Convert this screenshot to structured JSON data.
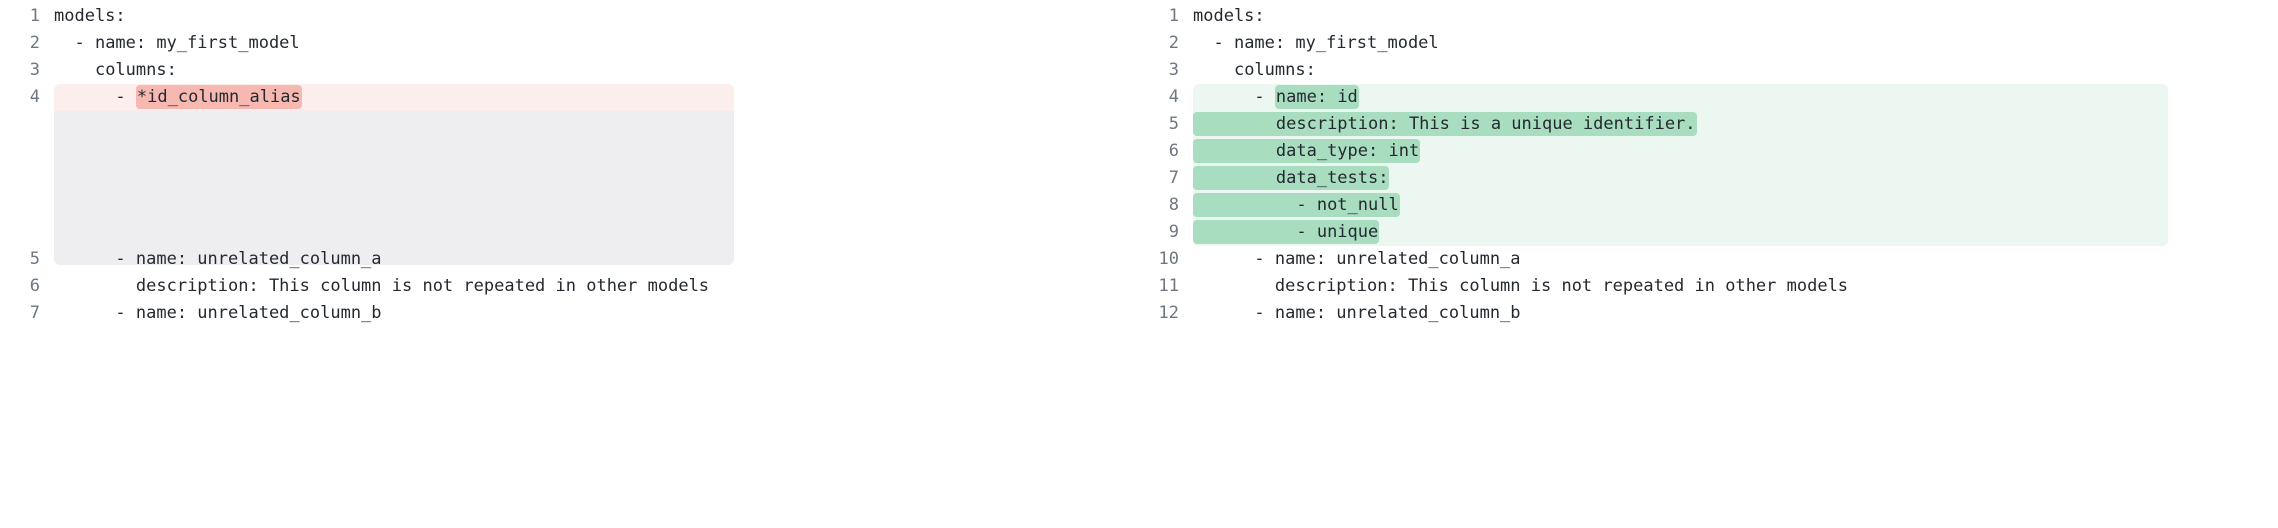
{
  "view": {
    "kind": "side-by-side-code-diff",
    "language": "yaml",
    "colors": {
      "deleted_band": "#fceeed",
      "deleted_token": "#f7b8b2",
      "added_band": "#ecf7f1",
      "added_token": "#a8ddc0",
      "filler_block": "#eeeef1",
      "line_number": "#6e7781",
      "code_text": "#24292f",
      "background": "#ffffff"
    }
  },
  "left_pane": {
    "name": "before",
    "lines": [
      {
        "num": "1",
        "indent": "",
        "text": "models:",
        "state": "context"
      },
      {
        "num": "2",
        "indent": "  ",
        "text": "- name: my_first_model",
        "state": "context"
      },
      {
        "num": "3",
        "indent": "    ",
        "text": "columns:",
        "state": "context"
      },
      {
        "num": "4",
        "indent": "      ",
        "prefix": "- ",
        "token": "*id_column_alias",
        "state": "deleted"
      },
      {
        "num": "5",
        "indent": "      ",
        "text": "- name: unrelated_column_a",
        "state": "context"
      },
      {
        "num": "6",
        "indent": "        ",
        "text": "description: This column is not repeated in other models",
        "state": "context"
      },
      {
        "num": "7",
        "indent": "      ",
        "text": "- name: unrelated_column_b",
        "state": "context"
      }
    ],
    "filler_rows": 5
  },
  "right_pane": {
    "name": "after",
    "lines": [
      {
        "num": "1",
        "indent": "",
        "text": "models:",
        "state": "context"
      },
      {
        "num": "2",
        "indent": "  ",
        "text": "- name: my_first_model",
        "state": "context"
      },
      {
        "num": "3",
        "indent": "    ",
        "text": "columns:",
        "state": "context"
      },
      {
        "num": "4",
        "indent": "      ",
        "prefix": "- ",
        "token": "name: id",
        "state": "added"
      },
      {
        "num": "5",
        "indent": "        ",
        "prefix": "",
        "token": "description: This is a unique identifier.",
        "state": "added"
      },
      {
        "num": "6",
        "indent": "        ",
        "prefix": "",
        "token": "data_type: int",
        "state": "added"
      },
      {
        "num": "7",
        "indent": "        ",
        "prefix": "",
        "token": "data_tests:",
        "state": "added"
      },
      {
        "num": "8",
        "indent": "          ",
        "prefix": "",
        "token": "- not_null",
        "state": "added"
      },
      {
        "num": "9",
        "indent": "          ",
        "prefix": "",
        "token": "- unique",
        "state": "added"
      },
      {
        "num": "10",
        "indent": "      ",
        "text": "- name: unrelated_column_a",
        "state": "context"
      },
      {
        "num": "11",
        "indent": "        ",
        "text": "description: This column is not repeated in other models",
        "state": "context"
      },
      {
        "num": "12",
        "indent": "      ",
        "text": "- name: unrelated_column_b",
        "state": "context"
      }
    ]
  }
}
